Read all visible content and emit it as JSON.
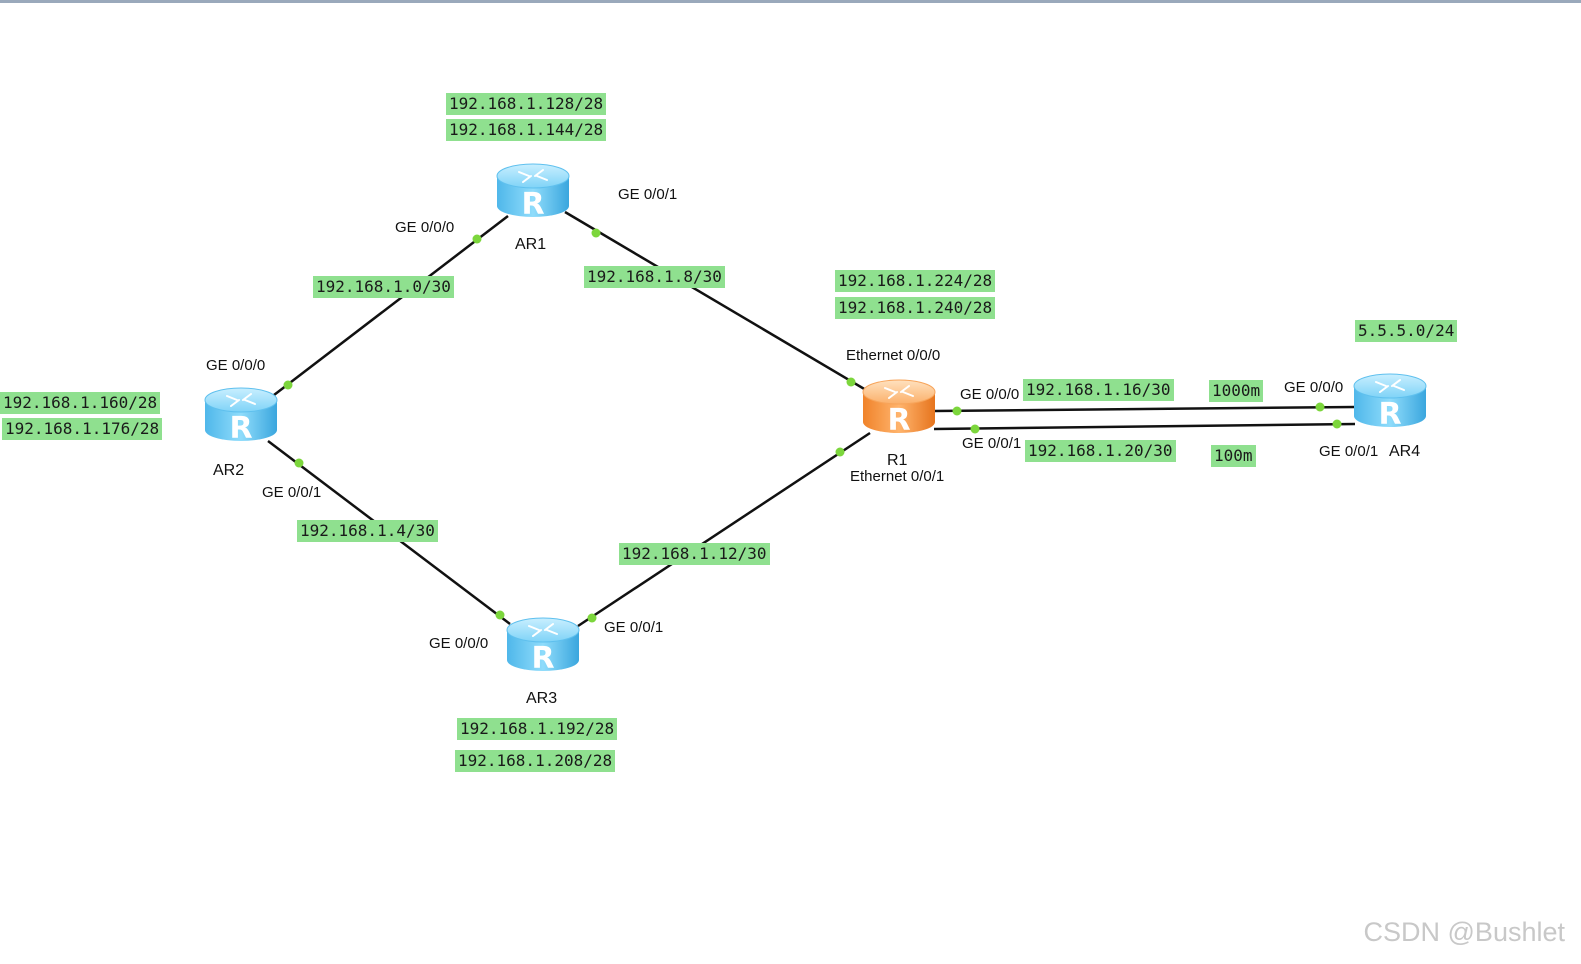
{
  "devices": {
    "ar1": {
      "name": "AR1",
      "color": "#5cc3f2"
    },
    "ar2": {
      "name": "AR2",
      "color": "#5cc3f2"
    },
    "ar3": {
      "name": "AR3",
      "color": "#5cc3f2"
    },
    "ar4": {
      "name": "AR4",
      "color": "#5cc3f2"
    },
    "r1": {
      "name": "R1",
      "color": "#f7953e"
    }
  },
  "ports": {
    "ar1_g000": "GE 0/0/0",
    "ar1_g001": "GE 0/0/1",
    "ar2_g000": "GE 0/0/0",
    "ar2_g001": "GE 0/0/1",
    "ar3_g000": "GE 0/0/0",
    "ar3_g001": "GE 0/0/1",
    "r1_e000": "Ethernet 0/0/0",
    "r1_e001": "Ethernet 0/0/1",
    "r1_g000": "GE 0/0/0",
    "r1_g001": "GE 0/0/1",
    "ar4_g000": "GE 0/0/0",
    "ar4_g001": "GE 0/0/1"
  },
  "notes": {
    "ar1_net1": "192.168.1.128/28",
    "ar1_net2": "192.168.1.144/28",
    "ar2_net1": "192.168.1.160/28",
    "ar2_net2": "192.168.1.176/28",
    "ar3_net1": "192.168.1.192/28",
    "ar3_net2": "192.168.1.208/28",
    "r1_net1": "192.168.1.224/28",
    "r1_net2": "192.168.1.240/28",
    "ar4_net": "5.5.5.0/24",
    "link_ar2_ar1": "192.168.1.0/30",
    "link_ar1_r1": "192.168.1.8/30",
    "link_ar2_ar3": "192.168.1.4/30",
    "link_ar3_r1": "192.168.1.12/30",
    "link_r1_ar4_a": "192.168.1.16/30",
    "link_r1_ar4_b": "192.168.1.20/30",
    "bw_a": "1000m",
    "bw_b": "100m"
  },
  "colors": {
    "note_bg": "#8fe08f",
    "port_dot": "#7cd63c",
    "link": "#111111"
  },
  "watermark": "CSDN @Bushlet"
}
